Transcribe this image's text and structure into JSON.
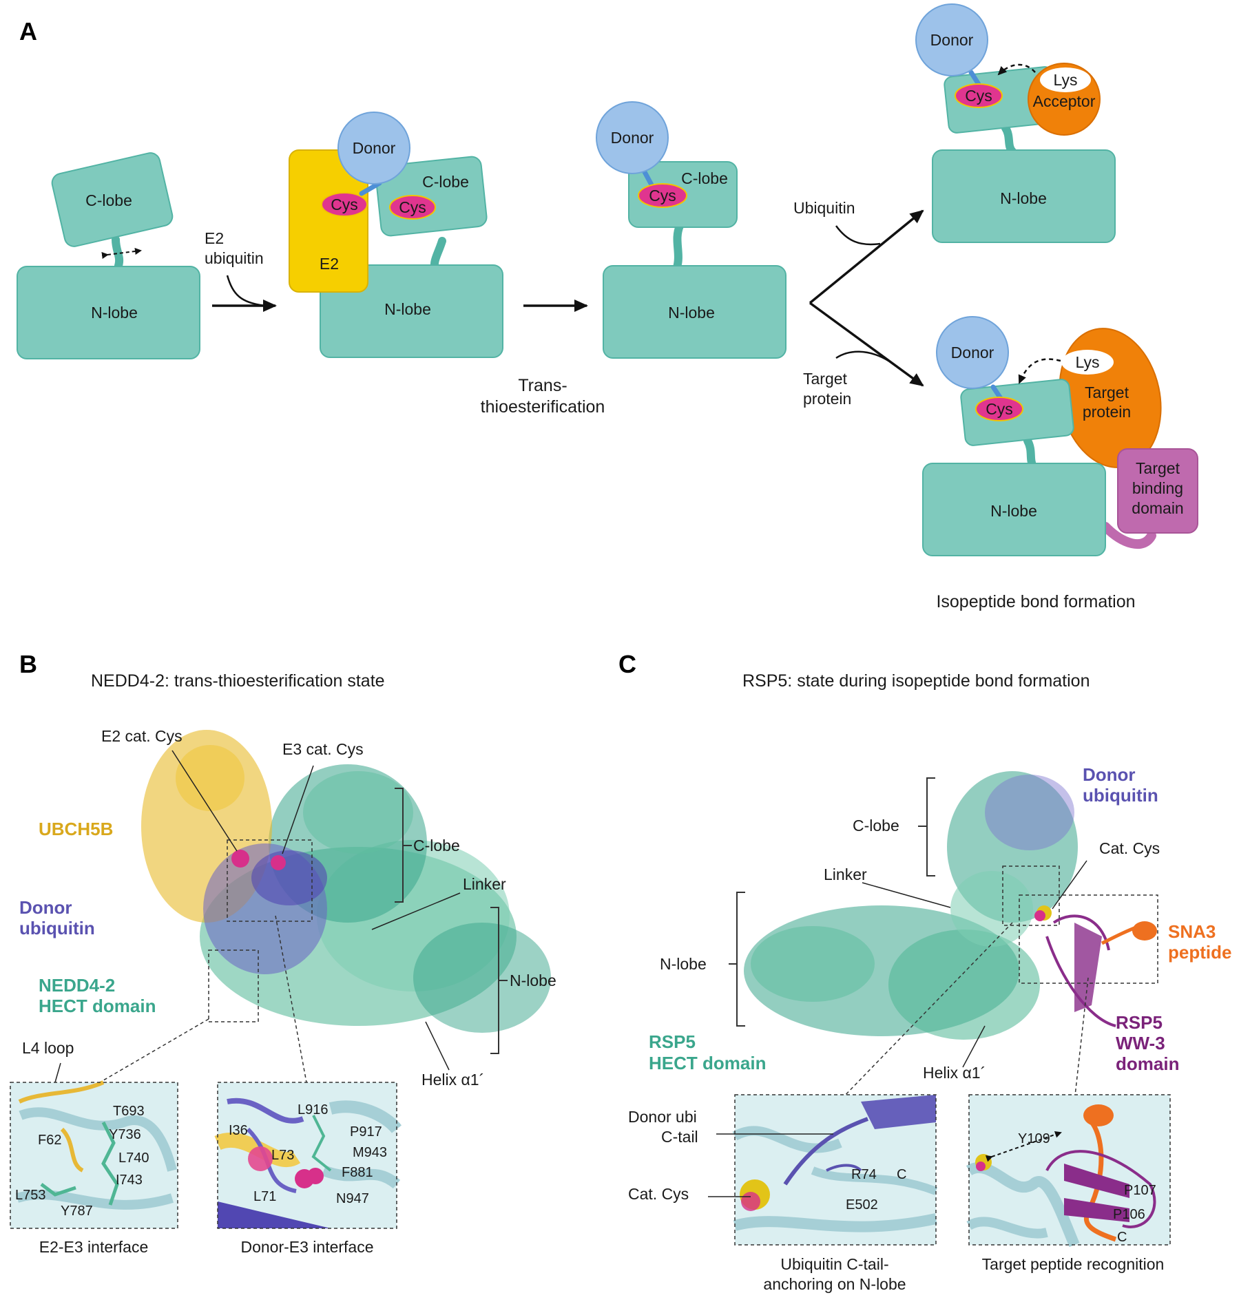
{
  "colors": {
    "hect": "#7fcabd",
    "hect_stroke": "#52b3a4",
    "e2": "#f6cf00",
    "donor": "#9dc2ea",
    "cys": "#e0358f",
    "acceptor": "#f08109",
    "binding": "#bf6aae",
    "yellow_text": "#d9a81c",
    "purple_text": "#5a52b0",
    "teal_text": "#3aa68c",
    "orange_text": "#ee7020",
    "magenta_text": "#7a2279"
  },
  "panelA": {
    "letter": "A",
    "c_lobe": "C-lobe",
    "n_lobe": "N-lobe",
    "cys": "Cys",
    "donor": "Donor",
    "e2": "E2",
    "lys": "Lys",
    "acceptor": "Acceptor",
    "e2_ubiquitin_1": "E2",
    "e2_ubiquitin_2": "ubiquitin",
    "trans_1": "Trans-",
    "trans_2": "thioesterification",
    "ubiquitin_label": "Ubiquitin",
    "target_protein_1": "Target",
    "target_protein_2": "protein",
    "target_binding_1": "Target",
    "target_binding_2": "binding",
    "target_binding_3": "domain",
    "isopeptide": "Isopeptide bond formation"
  },
  "panelB": {
    "letter": "B",
    "title": "NEDD4-2: trans-thioesterification state",
    "e2_cat_cys": "E2 cat. Cys",
    "e3_cat_cys": "E3 cat. Cys",
    "ubch5b": "UBCH5B",
    "donor_1": "Donor",
    "donor_2": "ubiquitin",
    "nedd_1": "NEDD4-2",
    "nedd_2": "HECT domain",
    "c_lobe": "C-lobe",
    "linker": "Linker",
    "n_lobe": "N-lobe",
    "helix": "Helix α1´",
    "l4_loop": "L4 loop",
    "inset1": {
      "caption": "E2-E3 interface",
      "labels": [
        "T693",
        "Y736",
        "F62",
        "L740",
        "I743",
        "L753",
        "Y787"
      ]
    },
    "inset2": {
      "caption": "Donor-E3 interface",
      "labels": [
        "L916",
        "I36",
        "P917",
        "L73",
        "M943",
        "F881",
        "L71",
        "N947"
      ]
    }
  },
  "panelC": {
    "letter": "C",
    "title": "RSP5: state during isopeptide bond formation",
    "donor_1": "Donor",
    "donor_2": "ubiquitin",
    "c_lobe": "C-lobe",
    "cat_cys": "Cat. Cys",
    "linker": "Linker",
    "sna3_1": "SNA3",
    "sna3_2": "peptide",
    "n_lobe": "N-lobe",
    "rsp5_1": "RSP5",
    "rsp5_2": "HECT domain",
    "helix": "Helix α1´",
    "ww_1": "RSP5",
    "ww_2": "WW-3",
    "ww_3": "domain",
    "donor_ubi_1": "Donor ubi",
    "donor_ubi_2": "C-tail",
    "cat_cys_2": "Cat. Cys",
    "inset1": {
      "caption_1": "Ubiquitin C-tail-",
      "caption_2": "anchoring on N-lobe",
      "labels": [
        "R74",
        "C",
        "E502"
      ]
    },
    "inset2": {
      "caption": "Target peptide recognition",
      "labels": [
        "Y109",
        "P107",
        "P106",
        "C"
      ]
    }
  }
}
